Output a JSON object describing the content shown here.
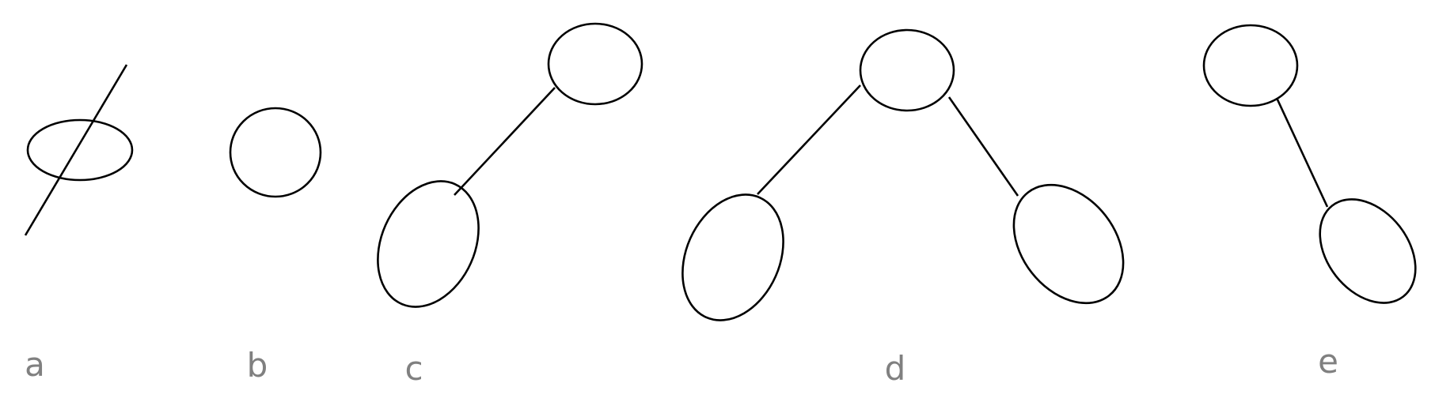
{
  "panels": [
    {
      "id": "a",
      "label": "a"
    },
    {
      "id": "b",
      "label": "b"
    },
    {
      "id": "c",
      "label": "c"
    },
    {
      "id": "d",
      "label": "d"
    },
    {
      "id": "e",
      "label": "e"
    }
  ],
  "colors": {
    "stroke": "#000000",
    "label": "#808080",
    "background": "#ffffff"
  }
}
